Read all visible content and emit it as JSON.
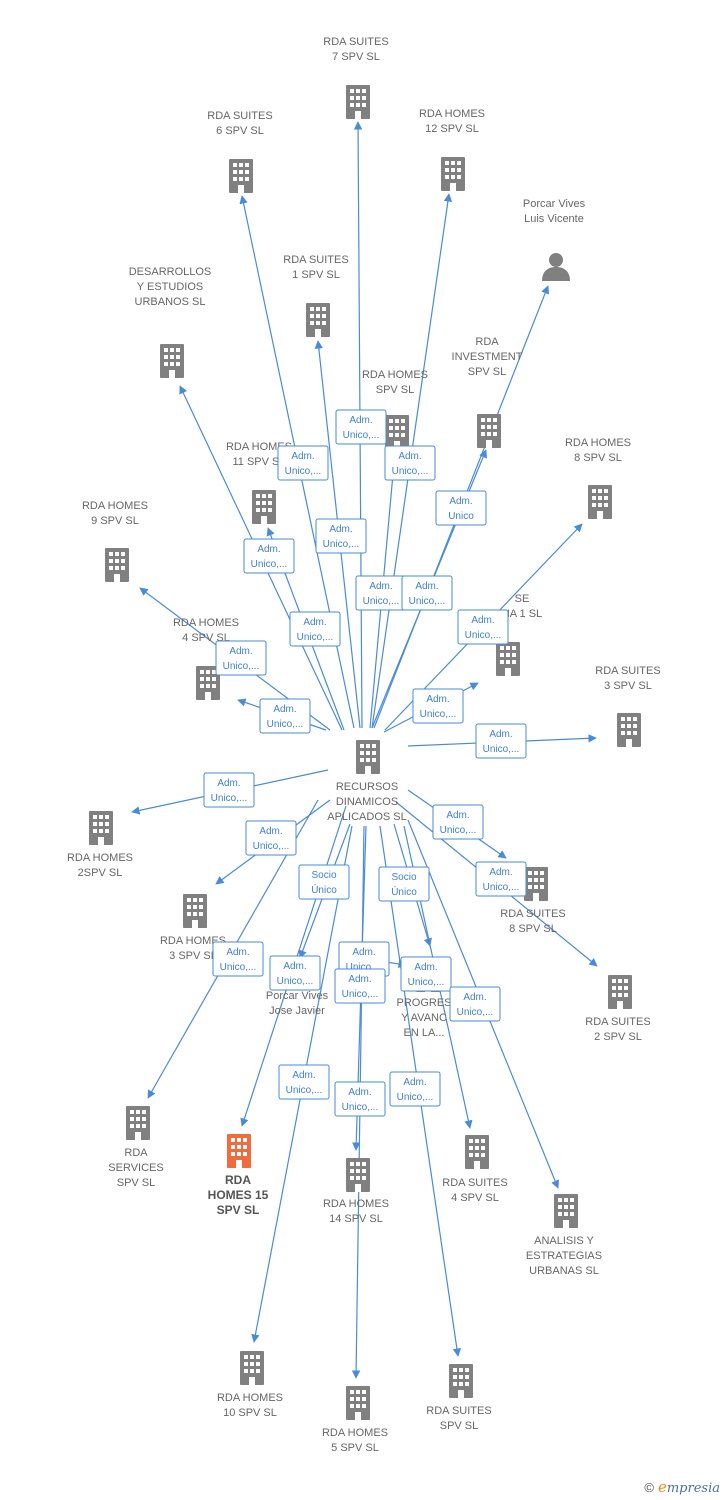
{
  "colors": {
    "edge": "#4a8bd6",
    "node": "#808080",
    "highlight": "#f26b3a",
    "badge_text": "#3f7fcf"
  },
  "center": {
    "label": [
      "RECURSOS",
      "DINAMICOS",
      "APLICADOS  SL"
    ],
    "icon": "building-icon"
  },
  "nodes": [
    {
      "id": "rda-suites-7",
      "label": [
        "RDA SUITES",
        "7 SPV  SL"
      ],
      "icon": "building-icon"
    },
    {
      "id": "rda-suites-6",
      "label": [
        "RDA SUITES",
        "6 SPV  SL"
      ],
      "icon": "building-icon"
    },
    {
      "id": "rda-homes-12",
      "label": [
        "RDA HOMES",
        "12 SPV  SL"
      ],
      "icon": "building-icon"
    },
    {
      "id": "porcar-luis",
      "label": [
        "Porcar Vives",
        "Luis Vicente"
      ],
      "icon": "person-icon"
    },
    {
      "id": "rda-suites-1",
      "label": [
        "RDA SUITES",
        "1 SPV  SL"
      ],
      "icon": "building-icon"
    },
    {
      "id": "desarrollos",
      "label": [
        "DESARROLLOS",
        "Y ESTUDIOS",
        "URBANOS  SL"
      ],
      "icon": "building-icon"
    },
    {
      "id": "rda-homes-spv",
      "label": [
        "RDA HOMES",
        "SPV  SL"
      ],
      "icon": "building-icon"
    },
    {
      "id": "rda-investment",
      "label": [
        "RDA",
        "INVESTMENT",
        "SPV  SL"
      ],
      "icon": "building-icon"
    },
    {
      "id": "rda-homes-11",
      "label": [
        "RDA HOMES",
        "11 SPV  SL"
      ],
      "icon": "building-icon"
    },
    {
      "id": "rda-homes-8",
      "label": [
        "RDA HOMES",
        "8 SPV  SL"
      ],
      "icon": "building-icon"
    },
    {
      "id": "rda-homes-9",
      "label": [
        "RDA HOMES",
        "9 SPV  SL"
      ],
      "icon": "building-icon"
    },
    {
      "id": "rda-base-1",
      "label": [
        "SE",
        "NA 1  SL"
      ],
      "icon": "building-icon"
    },
    {
      "id": "rda-homes-4",
      "label": [
        "RDA HOMES",
        "4 SPV  SL"
      ],
      "icon": "building-icon"
    },
    {
      "id": "rda-suites-3",
      "label": [
        "RDA SUITES",
        "3 SPV  SL"
      ],
      "icon": "building-icon"
    },
    {
      "id": "rda-homes-2",
      "label": [
        "RDA HOMES",
        "2SPV  SL"
      ],
      "icon": "building-icon"
    },
    {
      "id": "rda-suites-8",
      "label": [
        "RDA SUITES",
        "8 SPV  SL"
      ],
      "icon": "building-icon"
    },
    {
      "id": "rda-homes-3",
      "label": [
        "RDA HOMES",
        "3 SPV  SL"
      ],
      "icon": "building-icon"
    },
    {
      "id": "rda-suites-2",
      "label": [
        "RDA SUITES",
        "2 SPV  SL"
      ],
      "icon": "building-icon"
    },
    {
      "id": "porcar-jose",
      "label": [
        "Porcar Vives",
        "Jose Javier"
      ],
      "icon": "person-icon"
    },
    {
      "id": "progres",
      "label": [
        "PROGRES",
        "Y AVANC",
        "EN LA..."
      ],
      "icon": "building-icon"
    },
    {
      "id": "rda-services",
      "label": [
        "RDA",
        "SERVICES",
        "SPV  SL"
      ],
      "icon": "building-icon"
    },
    {
      "id": "rda-homes-15",
      "label": [
        "RDA",
        "HOMES 15",
        "SPV  SL"
      ],
      "icon": "building-icon",
      "highlight": true
    },
    {
      "id": "rda-homes-14",
      "label": [
        "RDA HOMES",
        "14 SPV  SL"
      ],
      "icon": "building-icon"
    },
    {
      "id": "rda-suites-4",
      "label": [
        "RDA SUITES",
        "4 SPV  SL"
      ],
      "icon": "building-icon"
    },
    {
      "id": "analisis",
      "label": [
        "ANALISIS Y",
        "ESTRATEGIAS",
        "URBANAS  SL"
      ],
      "icon": "building-icon"
    },
    {
      "id": "rda-homes-10",
      "label": [
        "RDA HOMES",
        "10 SPV  SL"
      ],
      "icon": "building-icon"
    },
    {
      "id": "rda-homes-5",
      "label": [
        "RDA HOMES",
        "5 SPV  SL"
      ],
      "icon": "building-icon"
    },
    {
      "id": "rda-suites-spv",
      "label": [
        "RDA SUITES",
        "SPV  SL"
      ],
      "icon": "building-icon"
    }
  ],
  "badges": [
    {
      "id": "b1",
      "lines": [
        "Adm.",
        "Unico,..."
      ]
    },
    {
      "id": "b2",
      "lines": [
        "Adm.",
        "Unico,..."
      ]
    },
    {
      "id": "b3",
      "lines": [
        "Adm.",
        "Unico,..."
      ]
    },
    {
      "id": "b4",
      "lines": [
        "Adm.",
        "Unico"
      ]
    },
    {
      "id": "b5",
      "lines": [
        "Adm.",
        "Unico,..."
      ]
    },
    {
      "id": "b6",
      "lines": [
        "Adm.",
        "Unico,..."
      ]
    },
    {
      "id": "b7",
      "lines": [
        "Adm.",
        "Unico,..."
      ]
    },
    {
      "id": "b8",
      "lines": [
        "Adm.",
        "Unico,..."
      ]
    },
    {
      "id": "b9",
      "lines": [
        "Adm.",
        "Unico,..."
      ]
    },
    {
      "id": "b10",
      "lines": [
        "Adm.",
        "Unico,..."
      ]
    },
    {
      "id": "b11",
      "lines": [
        "Adm.",
        "Unico,..."
      ]
    },
    {
      "id": "b12",
      "lines": [
        "Adm.",
        "Unico,..."
      ]
    },
    {
      "id": "b13",
      "lines": [
        "Adm.",
        "Unico,..."
      ]
    },
    {
      "id": "b14",
      "lines": [
        "Adm.",
        "Unico,..."
      ]
    },
    {
      "id": "b15",
      "lines": [
        "Adm.",
        "Unico,..."
      ]
    },
    {
      "id": "b16",
      "lines": [
        "Adm.",
        "Unico,..."
      ]
    },
    {
      "id": "b17",
      "lines": [
        "Adm.",
        "Unico,..."
      ]
    },
    {
      "id": "b18",
      "lines": [
        "Adm.",
        "Unico,..."
      ]
    },
    {
      "id": "b19",
      "lines": [
        "Socio",
        "Único"
      ]
    },
    {
      "id": "b20",
      "lines": [
        "Socio",
        "Único"
      ]
    },
    {
      "id": "b21",
      "lines": [
        "Adm.",
        "Unico,..."
      ]
    },
    {
      "id": "b22",
      "lines": [
        "Adm.",
        "Unico,..."
      ]
    },
    {
      "id": "b23",
      "lines": [
        "Adm.",
        "Unico,..."
      ]
    },
    {
      "id": "b24",
      "lines": [
        "Adm.",
        "Unico,..."
      ]
    },
    {
      "id": "b25",
      "lines": [
        "Adm.",
        "Unico,..."
      ]
    },
    {
      "id": "b26",
      "lines": [
        "Adm.",
        "Unico,..."
      ]
    },
    {
      "id": "b27",
      "lines": [
        "Adm.",
        "Unico,..."
      ]
    },
    {
      "id": "b28",
      "lines": [
        "Adm.",
        "Unico,..."
      ]
    },
    {
      "id": "b29",
      "lines": [
        "Adm.",
        "Unico,..."
      ]
    }
  ],
  "footer": {
    "copyright": "©",
    "brand_first": "e",
    "brand_rest": "mpresia"
  }
}
